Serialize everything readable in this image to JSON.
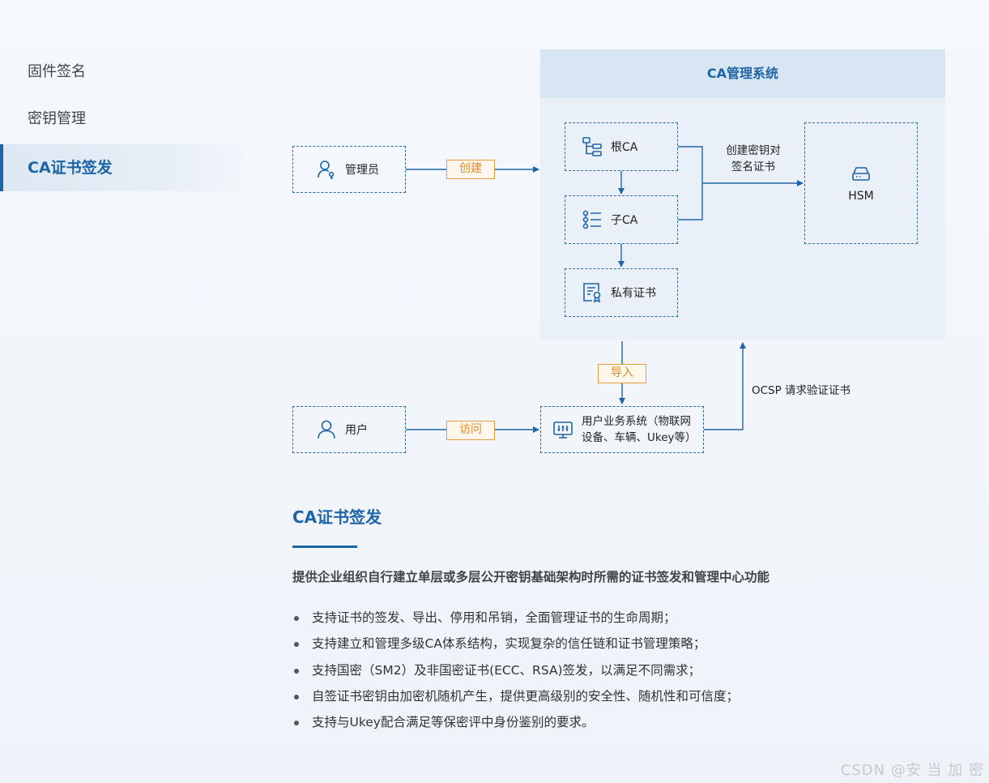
{
  "sidebar": {
    "items": [
      {
        "label": "固件签名",
        "active": false
      },
      {
        "label": "密钥管理",
        "active": false
      },
      {
        "label": "CA证书签发",
        "active": true
      }
    ]
  },
  "diagram": {
    "ca_system_title": "CA管理系统",
    "nodes": {
      "admin": {
        "label": "管理员",
        "icon": "admin-key-icon"
      },
      "root_ca": {
        "label": "根CA",
        "icon": "hierarchy-icon"
      },
      "sub_ca": {
        "label": "子CA",
        "icon": "list-tree-icon"
      },
      "private_cert": {
        "label": "私有证书",
        "icon": "certificate-icon"
      },
      "hsm": {
        "label": "HSM",
        "icon": "hardware-icon"
      },
      "user": {
        "label": "用户",
        "icon": "user-icon"
      },
      "business_system": {
        "label_line1": "用户业务系统（物联网",
        "label_line2": "设备、车辆、Ukey等）",
        "icon": "monitor-icon"
      }
    },
    "tags": {
      "create": "创建",
      "import": "导入",
      "access": "访问"
    },
    "labels": {
      "key_sign_line1": "创建密钥对",
      "key_sign_line2": "签名证书",
      "ocsp": "OCSP 请求验证证书"
    },
    "colors": {
      "primary": "#1f64a6",
      "tag_orange": "#e08a26",
      "panel_bg": "#e9f0f7"
    }
  },
  "description": {
    "title": "CA证书签发",
    "summary": "提供企业组织自行建立单层或多层公开密钥基础架构时所需的证书签发和管理中心功能",
    "features": [
      "支持证书的签发、导出、停用和吊销，全面管理证书的生命周期；",
      "支持建立和管理多级CA体系结构，实现复杂的信任链和证书管理策略；",
      "支持国密（SM2）及非国密证书(ECC、RSA)签发，以满足不同需求；",
      "自签证书密钥由加密机随机产生，提供更高级别的安全性、随机性和可信度；",
      "支持与Ukey配合满足等保密评中身份鉴别的要求。"
    ]
  },
  "watermark": "CSDN @安 当 加 密"
}
